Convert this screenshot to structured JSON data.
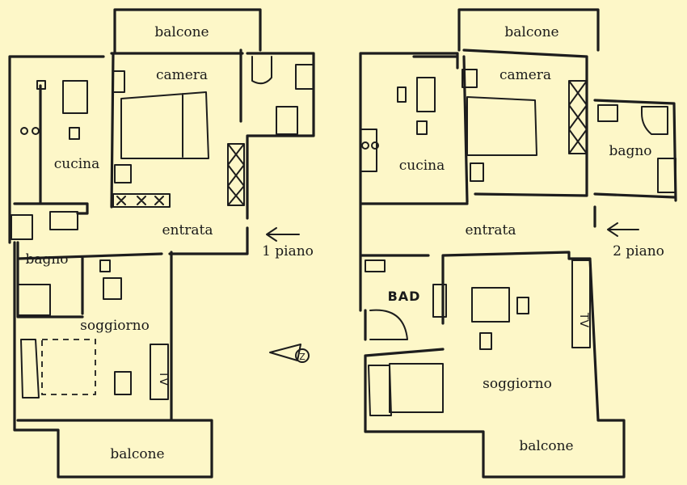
{
  "plan1": {
    "label_balcone_top": "balcone",
    "label_camera": "camera",
    "label_cucina": "cucina",
    "label_entrata": "entrata",
    "label_bagno": "bagno",
    "label_soggiorno": "soggiorno",
    "label_balcone_bottom": "balcone",
    "label_tv": "TV",
    "floor_label": "1 piano"
  },
  "plan2": {
    "label_balcone_top": "balcone",
    "label_camera": "camera",
    "label_bagno": "bagno",
    "label_cucina": "cucina",
    "label_entrata": "entrata",
    "label_bad": "BAD",
    "label_soggiorno": "soggiorno",
    "label_balcone_bottom": "balcone",
    "label_tv": "TV",
    "floor_label": "2 piano"
  },
  "compass": {
    "letter": "Z"
  }
}
